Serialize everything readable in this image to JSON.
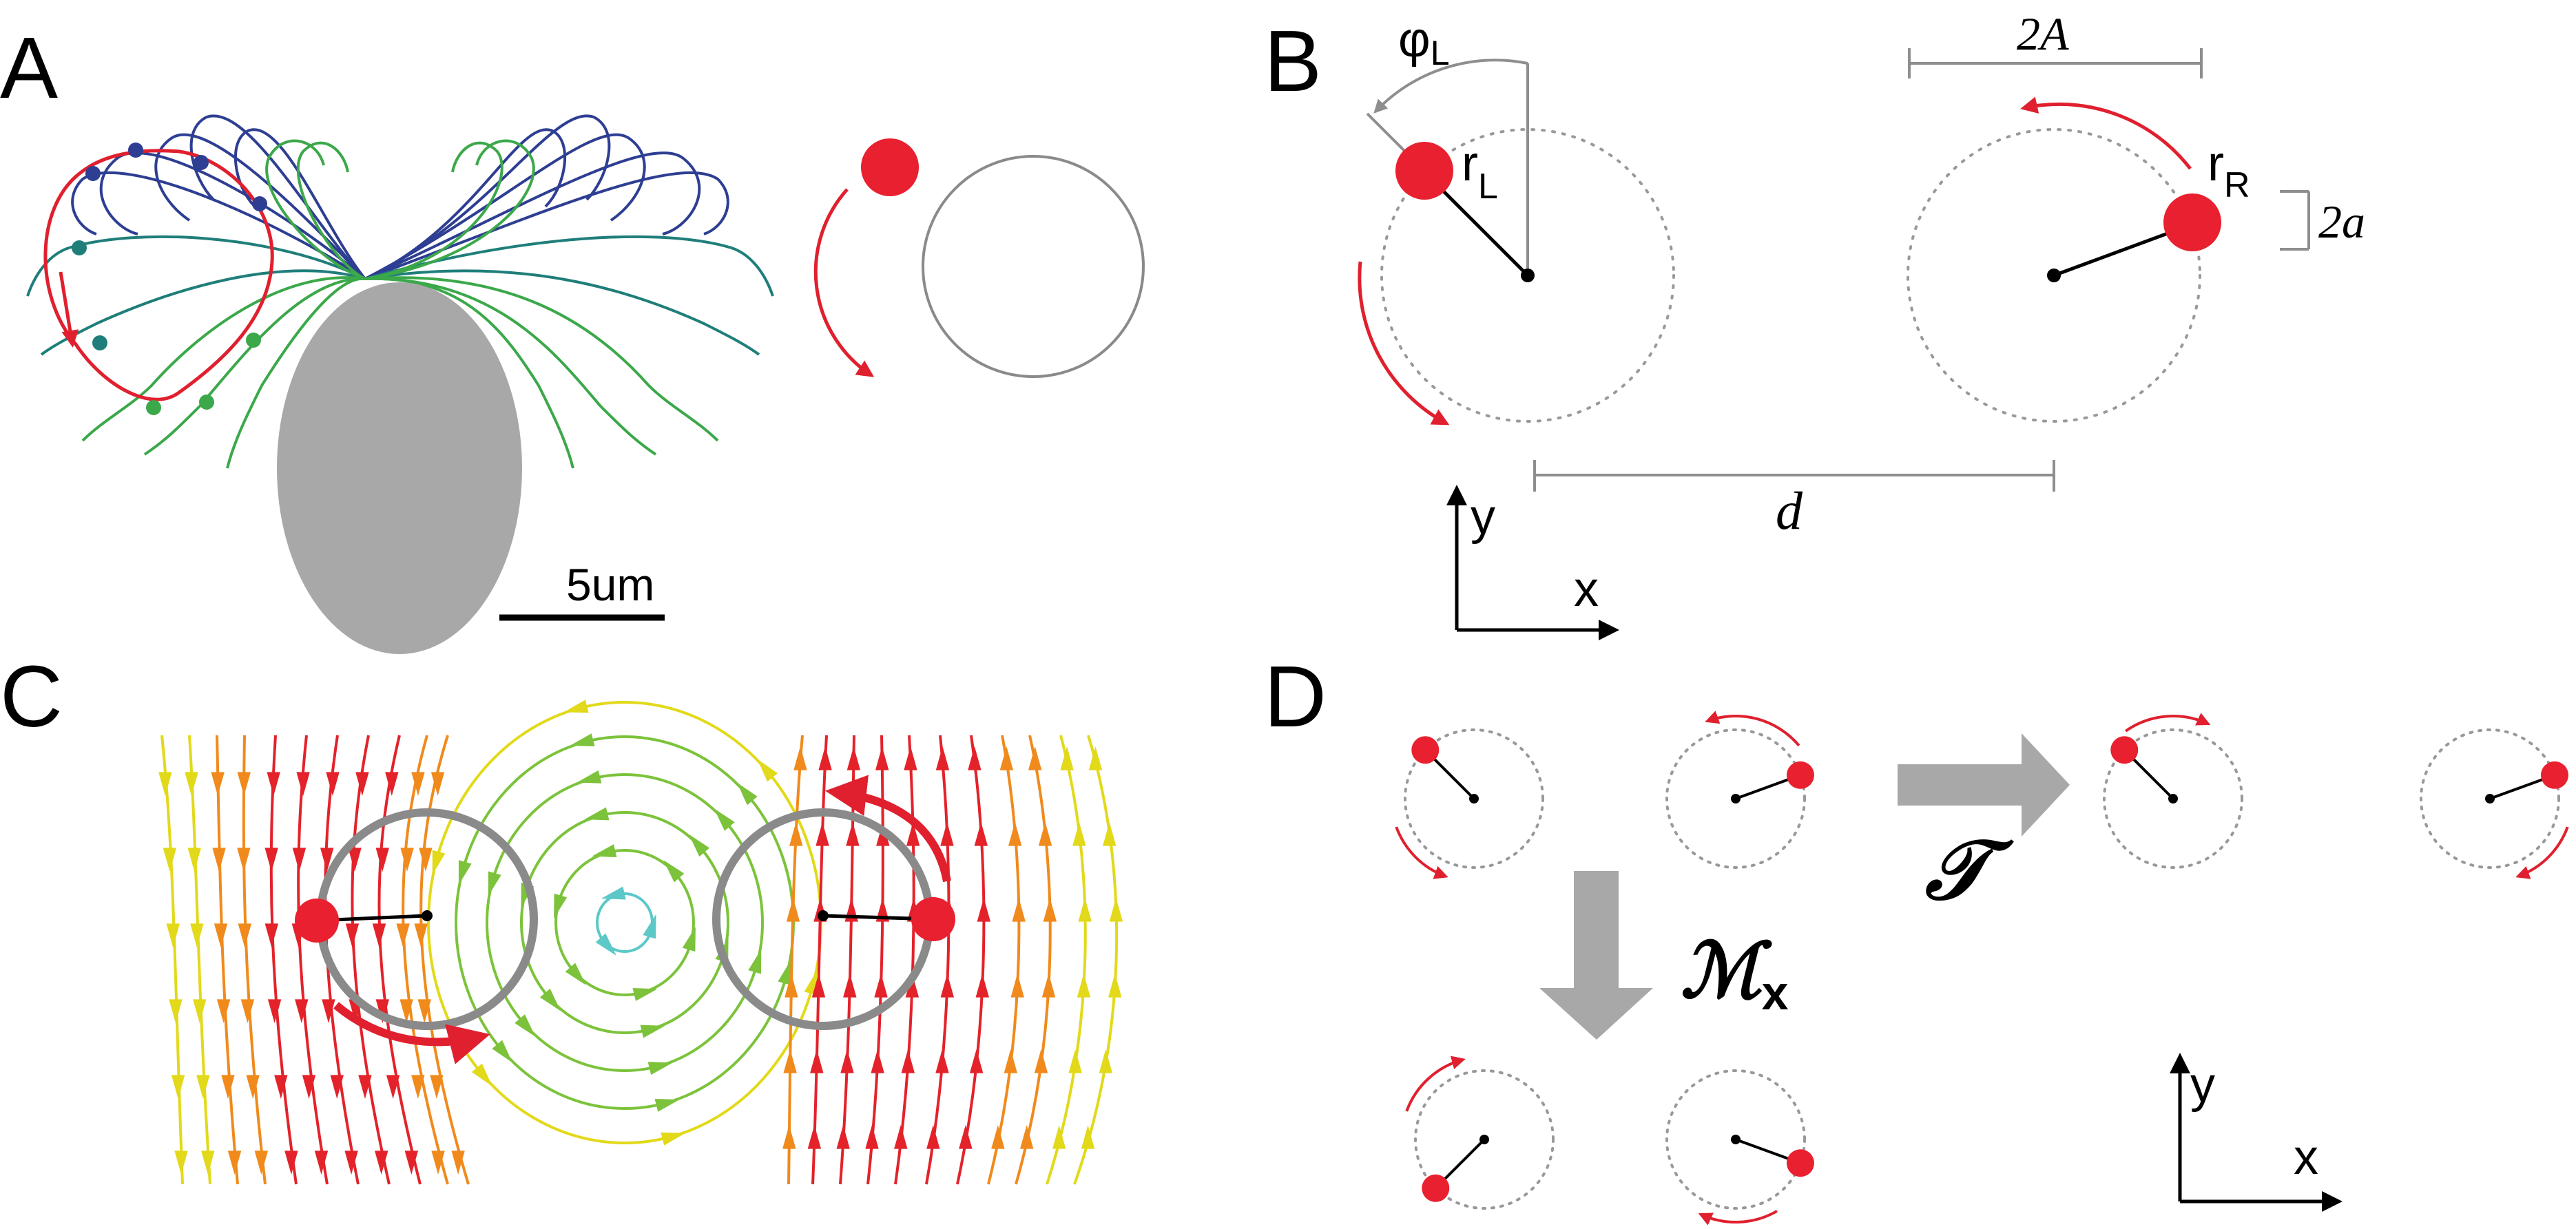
{
  "panels": {
    "A": {
      "label": "A",
      "scale_bar": "5um"
    },
    "B": {
      "label": "B",
      "phi_L": "φ",
      "phi_L_sub": "L",
      "r_L": "r",
      "r_L_sub": "L",
      "r_R": "r",
      "r_R_sub": "R",
      "amp_big": "2A",
      "amp_small": "2a",
      "distance": "d",
      "axis_y": "y",
      "axis_x": "x"
    },
    "C": {
      "label": "C"
    },
    "D": {
      "label": "D",
      "op_T": "𝒯",
      "op_M": "ℳ",
      "op_M_sub": "x",
      "axis_y": "y",
      "axis_x": "x"
    }
  },
  "colors": {
    "sphere_red": "#e8202f",
    "arrow_red": "#e0202e",
    "cell_gray": "#a8a8a8",
    "orbit_gray": "#8a8a8a",
    "dotted_gray": "#999999",
    "dim_gray": "#8e8e8e",
    "flow_cyan": "#5cc8c8",
    "flow_green": "#7cc33b",
    "flow_yellow": "#e2d91a",
    "flow_orange": "#f08a1c",
    "flow_red": "#e3222a",
    "cilia_blue": "#2e3e92",
    "cilia_teal": "#1f7e7a",
    "cilia_green": "#3ba84a"
  }
}
